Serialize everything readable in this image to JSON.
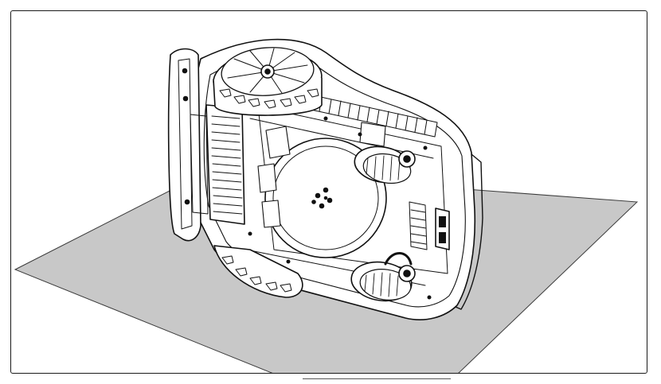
{
  "figure": {
    "subject": "robotic-lawnmower-underside",
    "colors": {
      "frame_border": "#1a1a1a",
      "ground_fill": "#c8c8c8",
      "ground_outline": "#3a3a3a",
      "line_art": "#111111",
      "body_fill": "#ffffff"
    },
    "parts": [
      "front-wheel",
      "rear-wheel-upper",
      "rear-wheel-lower",
      "cutting-disc",
      "bumper-cover",
      "grille",
      "charging-contacts",
      "chassis"
    ]
  }
}
